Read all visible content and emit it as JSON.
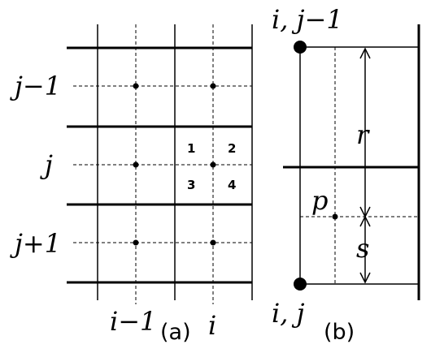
{
  "panel_a": {
    "row_labels": [
      "j−1",
      "j",
      "j+1"
    ],
    "col_labels": [
      "i−1",
      "i"
    ],
    "quadrant_numbers": [
      "1",
      "2",
      "3",
      "4"
    ],
    "caption": "(a)"
  },
  "panel_b": {
    "top_node_label": "i, j−1",
    "bottom_node_label": "i, j",
    "point_label": "p",
    "distance_r": "r",
    "distance_s": "s",
    "caption": "(b)"
  }
}
